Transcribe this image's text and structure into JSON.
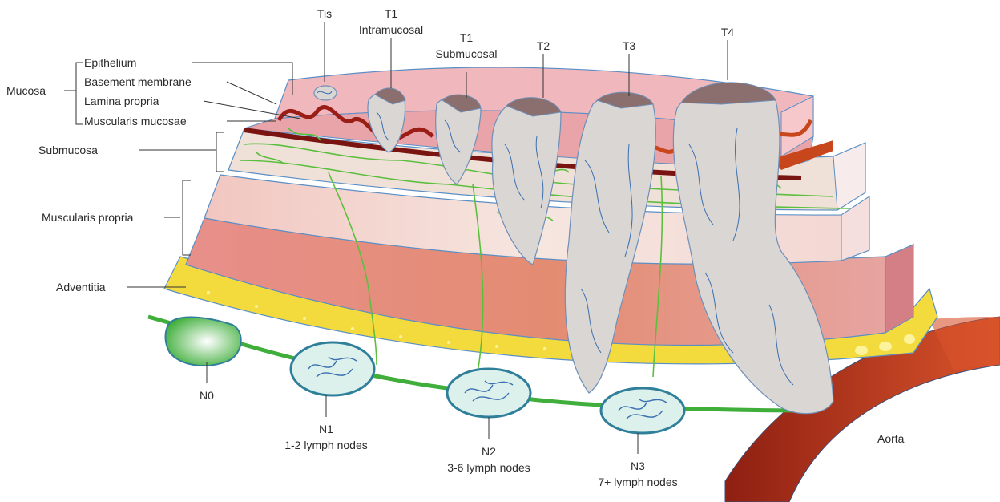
{
  "colors": {
    "epithelium": "#f0b7bd",
    "basement_membrane": "#9a1d16",
    "submucosa": "#efe0d8",
    "muscularis_propria": "#e08c7c",
    "adventitia": "#f3da3d",
    "lymph_vessel": "#5bbf3e",
    "tumor": "#d9d6d4",
    "tumor_cap": "#8a6f6e",
    "aorta": "#b2331c"
  },
  "layer_labels": {
    "mucosa": "Mucosa",
    "epithelium": "Epithelium",
    "basement_membrane": "Basement membrane",
    "lamina_propria": "Lamina propria",
    "muscularis_mucosae": "Muscularis mucosae",
    "submucosa": "Submucosa",
    "muscularis_propria": "Muscularis propria",
    "adventitia": "Adventitia"
  },
  "t_stages": [
    {
      "id": "tis",
      "line1": "Tis",
      "line2": ""
    },
    {
      "id": "t1m",
      "line1": "T1",
      "line2": "Intramucosal"
    },
    {
      "id": "t1s",
      "line1": "T1",
      "line2": "Submucosal"
    },
    {
      "id": "t2",
      "line1": "T2",
      "line2": ""
    },
    {
      "id": "t3",
      "line1": "T3",
      "line2": ""
    },
    {
      "id": "t4",
      "line1": "T4",
      "line2": ""
    }
  ],
  "n_stages": [
    {
      "id": "n0",
      "line1": "N0",
      "line2": ""
    },
    {
      "id": "n1",
      "line1": "N1",
      "line2": "1-2 lymph nodes"
    },
    {
      "id": "n2",
      "line1": "N2",
      "line2": "3-6 lymph nodes"
    },
    {
      "id": "n3",
      "line1": "N3",
      "line2": "7+ lymph nodes"
    }
  ],
  "aorta_label": "Aorta"
}
